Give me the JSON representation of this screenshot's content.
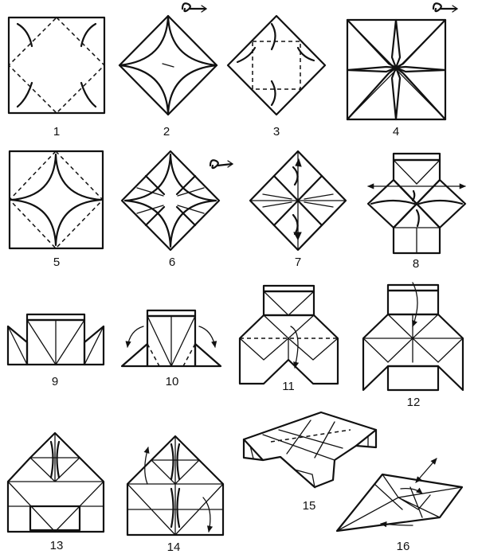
{
  "steps": [
    {
      "label": "1"
    },
    {
      "label": "2"
    },
    {
      "label": "3"
    },
    {
      "label": "4"
    },
    {
      "label": "5"
    },
    {
      "label": "6"
    },
    {
      "label": "7"
    },
    {
      "label": "8"
    },
    {
      "label": "9"
    },
    {
      "label": "10"
    },
    {
      "label": "11"
    },
    {
      "label": "12"
    },
    {
      "label": "13"
    },
    {
      "label": "14"
    },
    {
      "label": "15"
    },
    {
      "label": "16"
    }
  ]
}
